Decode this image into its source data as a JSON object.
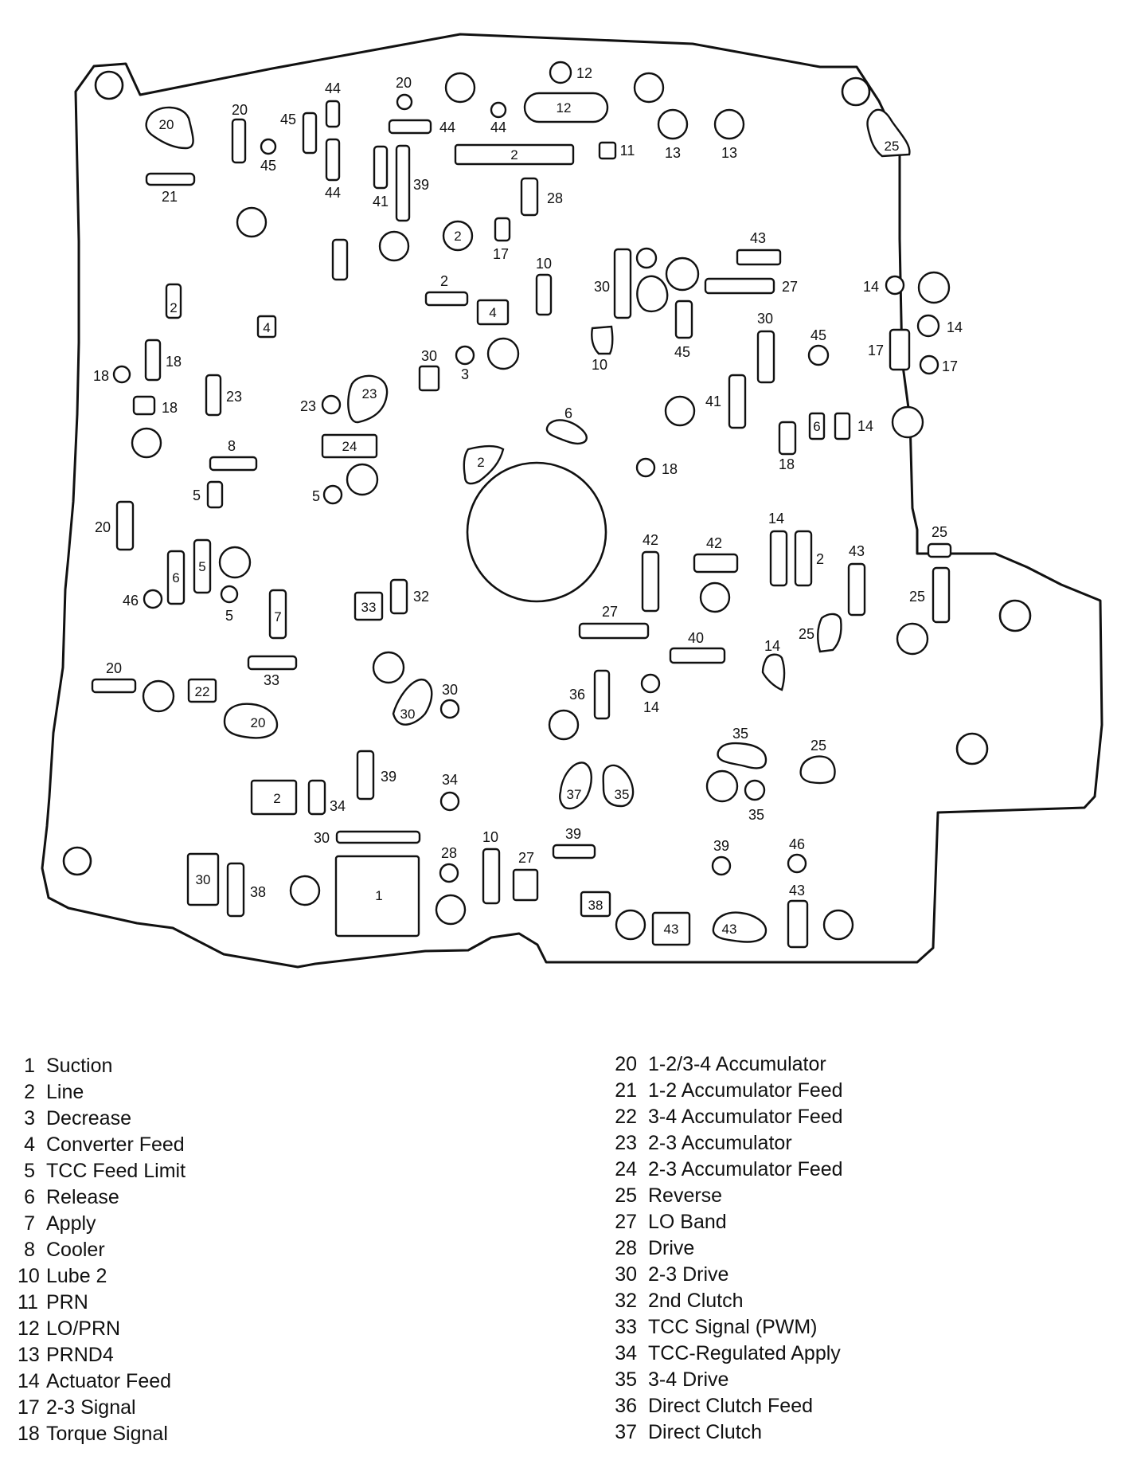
{
  "diagram": {
    "ports": [
      {
        "id": "p-20a",
        "number": "20"
      },
      {
        "id": "p-21",
        "number": "21"
      },
      {
        "id": "p-20b",
        "number": "20"
      },
      {
        "id": "p-45a",
        "number": "45"
      },
      {
        "id": "p-45b",
        "number": "45"
      },
      {
        "id": "p-44a",
        "number": "44"
      },
      {
        "id": "p-44b",
        "number": "44"
      },
      {
        "id": "p-20c",
        "number": "20"
      },
      {
        "id": "p-44c",
        "number": "44"
      },
      {
        "id": "p-44d",
        "number": "44"
      },
      {
        "id": "p-41a",
        "number": "41"
      },
      {
        "id": "p-39a",
        "number": "39"
      },
      {
        "id": "p-12a",
        "number": "12"
      },
      {
        "id": "p-12b",
        "number": "12"
      },
      {
        "id": "p-2a",
        "number": "2"
      },
      {
        "id": "p-11",
        "number": "11"
      },
      {
        "id": "p-13a",
        "number": "13"
      },
      {
        "id": "p-13b",
        "number": "13"
      },
      {
        "id": "p-25a",
        "number": "25"
      },
      {
        "id": "p-28a",
        "number": "28"
      },
      {
        "id": "p-2b",
        "number": "2"
      },
      {
        "id": "p-17a",
        "number": "17"
      },
      {
        "id": "p-10a",
        "number": "10"
      },
      {
        "id": "p-2c",
        "number": "2"
      },
      {
        "id": "p-4a",
        "number": "4"
      },
      {
        "id": "p-30a",
        "number": "30"
      },
      {
        "id": "p-43a",
        "number": "43"
      },
      {
        "id": "p-27a",
        "number": "27"
      },
      {
        "id": "p-14a",
        "number": "14"
      },
      {
        "id": "p-14b",
        "number": "14"
      },
      {
        "id": "p-10b",
        "number": "10"
      },
      {
        "id": "p-45c",
        "number": "45"
      },
      {
        "id": "p-30b",
        "number": "30"
      },
      {
        "id": "p-45d",
        "number": "45"
      },
      {
        "id": "p-17b",
        "number": "17"
      },
      {
        "id": "p-17c",
        "number": "17"
      },
      {
        "id": "p-2d",
        "number": "2"
      },
      {
        "id": "p-4b",
        "number": "4"
      },
      {
        "id": "p-18a",
        "number": "18"
      },
      {
        "id": "p-18b",
        "number": "18"
      },
      {
        "id": "p-18c",
        "number": "18"
      },
      {
        "id": "p-23a",
        "number": "23"
      },
      {
        "id": "p-23b",
        "number": "23"
      },
      {
        "id": "p-23c",
        "number": "23"
      },
      {
        "id": "p-30c",
        "number": "30"
      },
      {
        "id": "p-3",
        "number": "3"
      },
      {
        "id": "p-41b",
        "number": "41"
      },
      {
        "id": "p-6a",
        "number": "6"
      },
      {
        "id": "p-6b",
        "number": "6"
      },
      {
        "id": "p-14c",
        "number": "14"
      },
      {
        "id": "p-18d",
        "number": "18"
      },
      {
        "id": "p-8",
        "number": "8"
      },
      {
        "id": "p-24",
        "number": "24"
      },
      {
        "id": "p-2e",
        "number": "2"
      },
      {
        "id": "p-18e",
        "number": "18"
      },
      {
        "id": "p-5a",
        "number": "5"
      },
      {
        "id": "p-5b",
        "number": "5"
      },
      {
        "id": "p-20d",
        "number": "20"
      },
      {
        "id": "p-42a",
        "number": "42"
      },
      {
        "id": "p-42b",
        "number": "42"
      },
      {
        "id": "p-14d",
        "number": "14"
      },
      {
        "id": "p-2f",
        "number": "2"
      },
      {
        "id": "p-43b",
        "number": "43"
      },
      {
        "id": "p-25b",
        "number": "25"
      },
      {
        "id": "p-25c",
        "number": "25"
      },
      {
        "id": "p-6c",
        "number": "6"
      },
      {
        "id": "p-5c",
        "number": "5"
      },
      {
        "id": "p-46a",
        "number": "46"
      },
      {
        "id": "p-5d",
        "number": "5"
      },
      {
        "id": "p-7",
        "number": "7"
      },
      {
        "id": "p-33a",
        "number": "33"
      },
      {
        "id": "p-32",
        "number": "32"
      },
      {
        "id": "p-27b",
        "number": "27"
      },
      {
        "id": "p-25d",
        "number": "25"
      },
      {
        "id": "p-40",
        "number": "40"
      },
      {
        "id": "p-14e",
        "number": "14"
      },
      {
        "id": "p-33b",
        "number": "33"
      },
      {
        "id": "p-20e",
        "number": "20"
      },
      {
        "id": "p-22",
        "number": "22"
      },
      {
        "id": "p-20f",
        "number": "20"
      },
      {
        "id": "p-30d",
        "number": "30"
      },
      {
        "id": "p-30e",
        "number": "30"
      },
      {
        "id": "p-36",
        "number": "36"
      },
      {
        "id": "p-14f",
        "number": "14"
      },
      {
        "id": "p-35a",
        "number": "35"
      },
      {
        "id": "p-25e",
        "number": "25"
      },
      {
        "id": "p-39b",
        "number": "39"
      },
      {
        "id": "p-2g",
        "number": "2"
      },
      {
        "id": "p-34a",
        "number": "34"
      },
      {
        "id": "p-34b",
        "number": "34"
      },
      {
        "id": "p-37",
        "number": "37"
      },
      {
        "id": "p-35b",
        "number": "35"
      },
      {
        "id": "p-35c",
        "number": "35"
      },
      {
        "id": "p-30f",
        "number": "30"
      },
      {
        "id": "p-30g",
        "number": "30"
      },
      {
        "id": "p-38a",
        "number": "38"
      },
      {
        "id": "p-1",
        "number": "1"
      },
      {
        "id": "p-28b",
        "number": "28"
      },
      {
        "id": "p-10c",
        "number": "10"
      },
      {
        "id": "p-27c",
        "number": "27"
      },
      {
        "id": "p-39c",
        "number": "39"
      },
      {
        "id": "p-38b",
        "number": "38"
      },
      {
        "id": "p-43c",
        "number": "43"
      },
      {
        "id": "p-43d",
        "number": "43"
      },
      {
        "id": "p-39d",
        "number": "39"
      },
      {
        "id": "p-46b",
        "number": "46"
      },
      {
        "id": "p-43e",
        "number": "43"
      }
    ]
  },
  "legend": {
    "left": [
      {
        "number": "1",
        "label": "Suction"
      },
      {
        "number": "2",
        "label": "Line"
      },
      {
        "number": "3",
        "label": "Decrease"
      },
      {
        "number": "4",
        "label": "Converter Feed"
      },
      {
        "number": "5",
        "label": "TCC Feed Limit"
      },
      {
        "number": "6",
        "label": "Release"
      },
      {
        "number": "7",
        "label": "Apply"
      },
      {
        "number": "8",
        "label": "Cooler"
      },
      {
        "number": "10",
        "label": "Lube 2"
      },
      {
        "number": "11",
        "label": "PRN"
      },
      {
        "number": "12",
        "label": "LO/PRN"
      },
      {
        "number": "13",
        "label": "PRND4"
      },
      {
        "number": "14",
        "label": "Actuator Feed"
      },
      {
        "number": "17",
        "label": "2-3 Signal"
      },
      {
        "number": "18",
        "label": "Torque Signal"
      }
    ],
    "right": [
      {
        "number": "20",
        "label": "1-2/3-4 Accumulator"
      },
      {
        "number": "21",
        "label": "1-2 Accumulator Feed"
      },
      {
        "number": "22",
        "label": "3-4 Accumulator Feed"
      },
      {
        "number": "23",
        "label": "2-3 Accumulator"
      },
      {
        "number": "24",
        "label": "2-3 Accumulator Feed"
      },
      {
        "number": "25",
        "label": "Reverse"
      },
      {
        "number": "27",
        "label": "LO Band"
      },
      {
        "number": "28",
        "label": "Drive"
      },
      {
        "number": "30",
        "label": "2-3 Drive"
      },
      {
        "number": "32",
        "label": "2nd Clutch"
      },
      {
        "number": "33",
        "label": "TCC Signal (PWM)"
      },
      {
        "number": "34",
        "label": "TCC-Regulated Apply"
      },
      {
        "number": "35",
        "label": "3-4 Drive"
      },
      {
        "number": "36",
        "label": "Direct Clutch Feed"
      },
      {
        "number": "37",
        "label": "Direct Clutch"
      }
    ]
  }
}
